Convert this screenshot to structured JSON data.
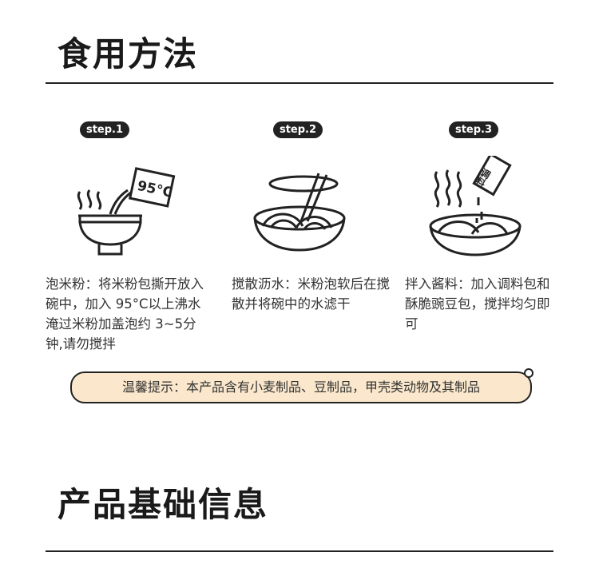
{
  "section1": {
    "title": "食用方法"
  },
  "steps": [
    {
      "badge": "step.1",
      "temp": "95°C",
      "text": "泡米粉：将米粉包撕开放入碗中，加入 95°C以上沸水淹过米粉加盖泡约 3~5分钟,请勿搅拌"
    },
    {
      "badge": "step.2",
      "text": "搅散沥水：米粉泡软后在搅散并将碗中的水滤干"
    },
    {
      "badge": "step.3",
      "packet": "调料",
      "text": "拌入酱料：加入调料包和酥脆豌豆包，搅拌均匀即可"
    }
  ],
  "notice": "温馨提示：本产品含有小麦制品、豆制品，甲壳类动物及其制品",
  "section2": {
    "title": "产品基础信息"
  }
}
